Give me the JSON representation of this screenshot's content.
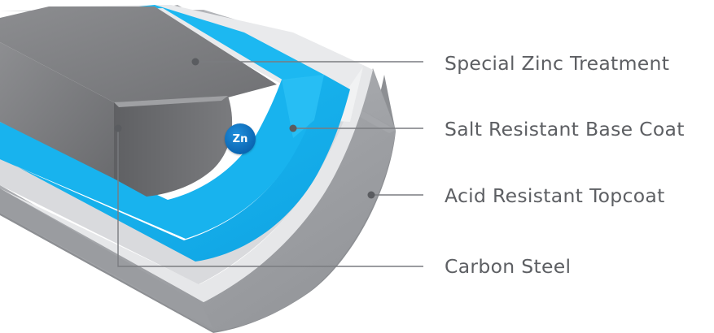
{
  "layers": [
    {
      "label": "Special Zinc Treatment",
      "color": "#1ab2ef"
    },
    {
      "label": "Salt Resistant Base Coat",
      "color": "#e3e4e6"
    },
    {
      "label": "Acid Resistant Topcoat",
      "color": "#9a9ca1"
    },
    {
      "label": "Carbon Steel",
      "color": "#6b6c70"
    }
  ],
  "badge": {
    "text": "Zn",
    "color": "#0b66b3"
  },
  "label_color": "#5d5f63",
  "leader_color": "#7a7c80"
}
